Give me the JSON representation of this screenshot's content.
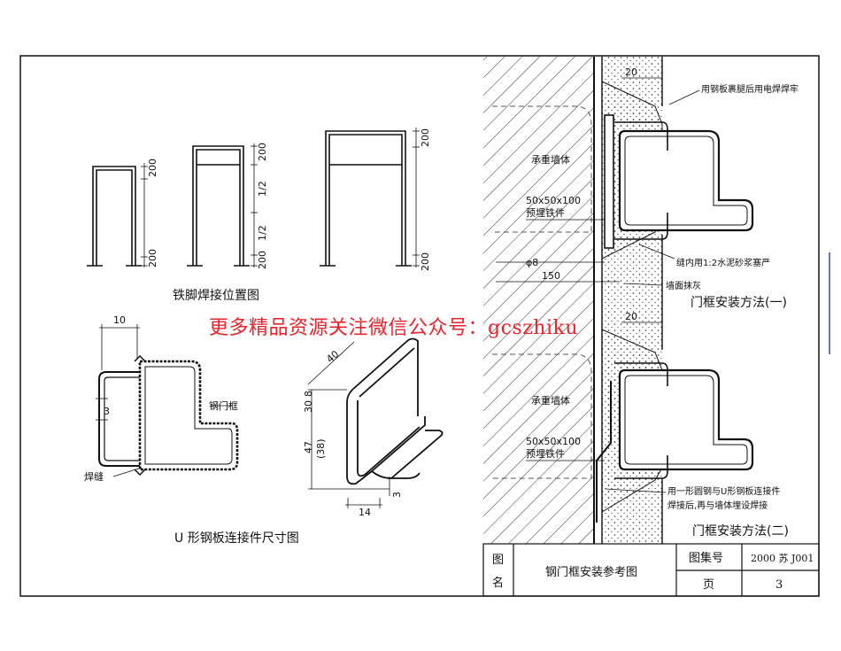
{
  "watermark": "更多精品资源关注微信公众号：gcszhiku",
  "figures": {
    "tiejiao": {
      "title": "铁脚焊接位置图",
      "dims": {
        "d200": "200",
        "half": "1/2"
      }
    },
    "u_plate": {
      "title": "U 形钢板连接件尺寸图",
      "labels": {
        "door_frame": "钢门框",
        "weld_seam": "焊缝"
      },
      "dims": {
        "d10": "10",
        "d3": "3",
        "d40": "40",
        "d47": "47",
        "d38": "(38)",
        "d8": "8",
        "d30": "30",
        "d14": "14",
        "d3b": "3"
      }
    },
    "method1": {
      "title": "门框安装方法(一)",
      "labels": {
        "top_note": "用钢板裹腿后用电焊焊牢",
        "wall": "承重墙体",
        "embed_size": "50x50x100",
        "embed_name": "预埋铁件",
        "mortar": "缝内用1:2水泥砂浆塞严",
        "plaster": "墙面抹灰",
        "rebar": "φ8"
      },
      "dims": {
        "d20": "20",
        "d150": "150"
      }
    },
    "method2": {
      "title": "门框安装方法(二)",
      "labels": {
        "wall": "承重墙体",
        "embed_size": "50x50x100",
        "embed_name": "预埋铁件",
        "note_line1": "用一形圆钢与U形钢板连接件",
        "note_line2": "焊接后,再与墙体埋设焊接"
      },
      "dims": {
        "d20": "20"
      }
    }
  },
  "title_block": {
    "label_tu": "图",
    "label_ming": "名",
    "drawing_name": "钢门框安装参考图",
    "atlas_label": "图集号",
    "atlas_value": "2000 苏 J001",
    "page_label": "页",
    "page_value": "3"
  }
}
